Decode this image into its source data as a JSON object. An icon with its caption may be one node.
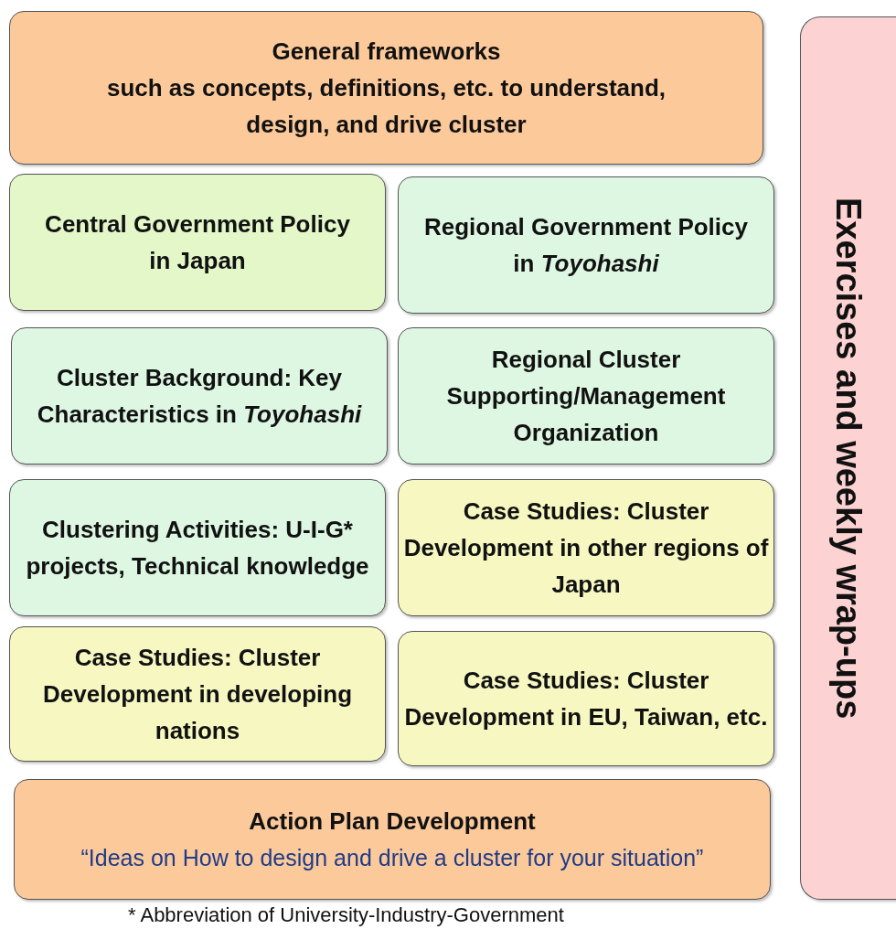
{
  "diagram": {
    "nodes": [
      {
        "text": [
          "General frameworks",
          "such as concepts, definitions, etc. to understand, design, and drive cluster"
        ]
      },
      {
        "text": [
          "Central Government Policy in Japan"
        ]
      },
      {
        "text": [
          "Regional Government Policy in *Toyohashi*"
        ]
      },
      {
        "text": [
          "Cluster Background: Key Characteristics in *Toyohashi*"
        ]
      },
      {
        "text": [
          "Regional Cluster Supporting/Management Organization"
        ]
      },
      {
        "text": [
          "Clustering Activities: U-I-G* projects, Technical knowledge"
        ]
      },
      {
        "text": [
          "Case Studies: Cluster Development in other regions of Japan"
        ]
      },
      {
        "text": [
          "Case Studies: Cluster Development in developing nations"
        ]
      },
      {
        "text": [
          "Case Studies: Cluster Development in EU, Taiwan, etc."
        ]
      },
      {
        "text": [
          "Action Plan Development",
          "“Ideas on How to design and drive a cluster for your situation”"
        ]
      },
      {
        "text": [
          "Exercises and weekly wrap-ups"
        ]
      }
    ],
    "labels": [
      "* Abbreviation of University-Industry-Government"
    ]
  }
}
